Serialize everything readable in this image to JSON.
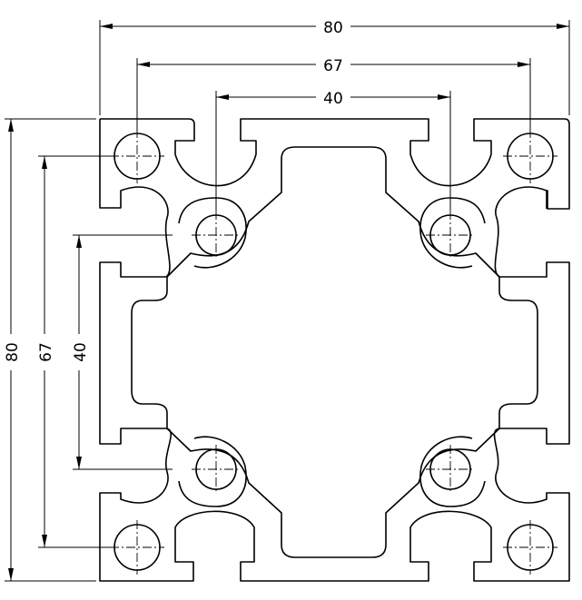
{
  "drawing": {
    "dimensions": {
      "top_overall": "80",
      "top_mid": "67",
      "top_inner": "40",
      "left_overall": "80",
      "left_mid": "67",
      "left_inner": "40"
    }
  }
}
